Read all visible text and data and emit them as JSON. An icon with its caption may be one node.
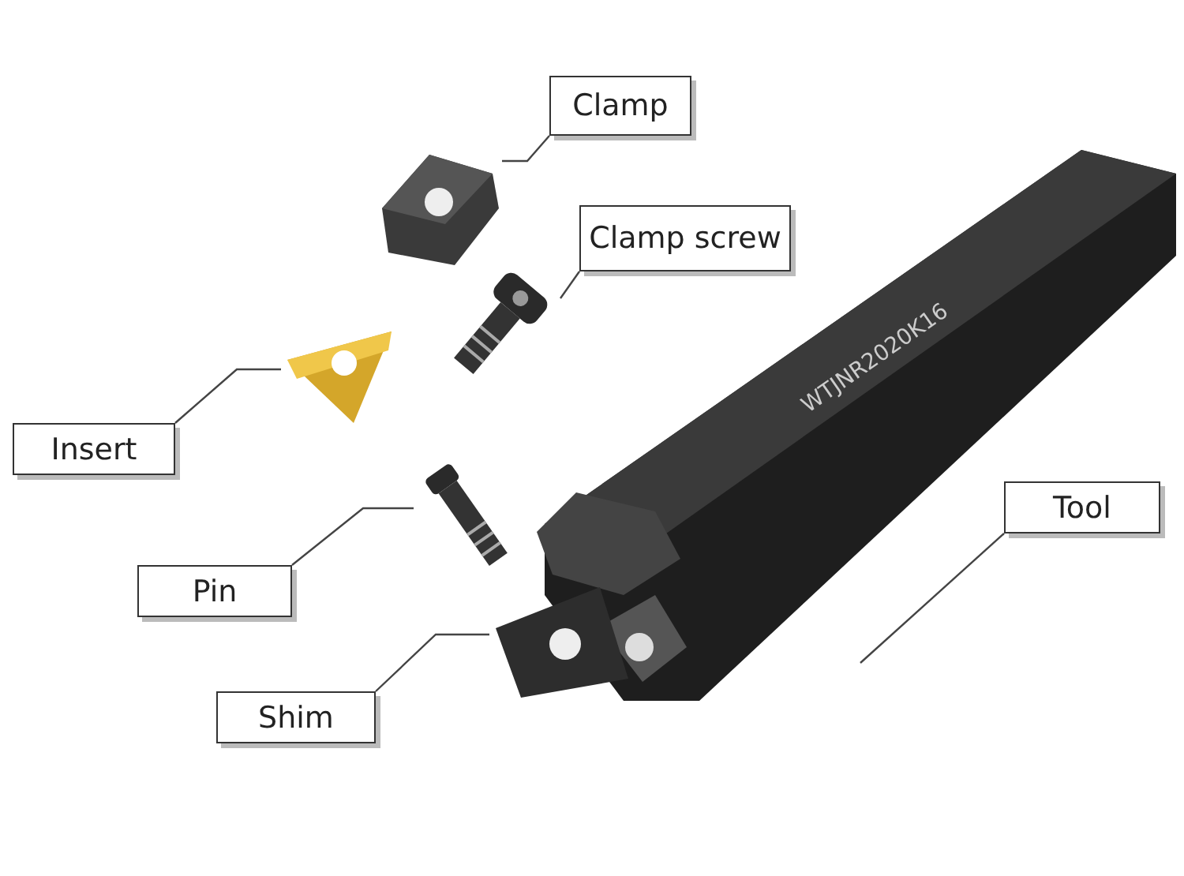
{
  "diagram": {
    "nodes": [
      {
        "text": [
          "Clamp"
        ]
      },
      {
        "text": [],
        "shape": "picture"
      },
      {
        "text": [
          "Clamp screw"
        ]
      },
      {
        "text": [],
        "shape": "picture"
      },
      {
        "text": [
          "Insert"
        ]
      },
      {
        "text": [],
        "shape": "picture"
      },
      {
        "text": [
          "Tool"
        ]
      },
      {
        "text": [],
        "shape": "picture"
      },
      {
        "text": [
          "Pin"
        ]
      },
      {
        "text": [],
        "shape": "picture"
      },
      {
        "text": [
          "Shim"
        ]
      },
      {
        "text": [],
        "shape": "picture"
      }
    ],
    "edges": [
      {
        "from": 0,
        "to": 1,
        "arrow": "none"
      },
      {
        "from": 2,
        "to": 3,
        "arrow": "none"
      },
      {
        "from": 4,
        "to": 5,
        "arrow": "none"
      },
      {
        "from": 6,
        "to": 7,
        "arrow": "none"
      },
      {
        "from": 8,
        "to": 9,
        "arrow": "none"
      },
      {
        "from": 10,
        "to": 11,
        "arrow": "none"
      }
    ],
    "labels": [
      "WTJNR2020K16"
    ]
  }
}
